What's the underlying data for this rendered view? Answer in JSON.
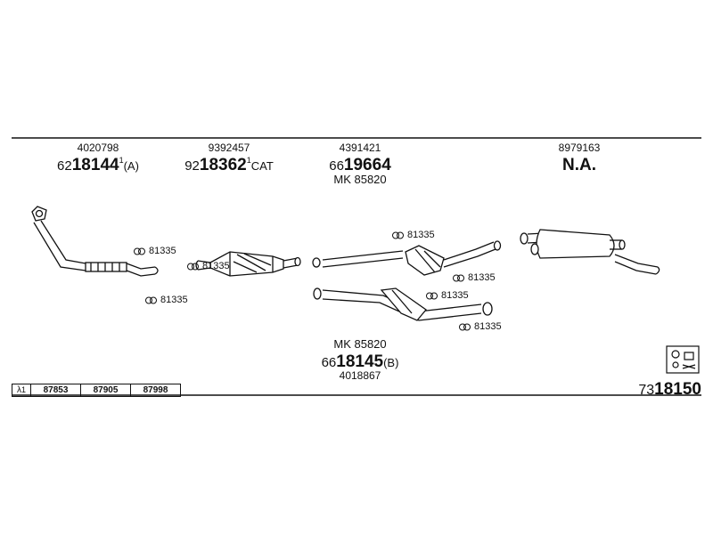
{
  "parts": {
    "manifold": {
      "ref": "4020798",
      "pn_prefix": "62",
      "pn_bold": "18144",
      "pn_sup": "1",
      "pn_suffix": "(A)"
    },
    "catalyst": {
      "ref": "9392457",
      "pn_prefix": "92",
      "pn_bold": "18362",
      "pn_sup": "1",
      "pn_suffix": "CAT"
    },
    "front_pipe": {
      "ref": "4391421",
      "pn_prefix": "66",
      "pn_bold": "19664",
      "mk": "MK 85820"
    },
    "rear_muffler": {
      "ref": "8979163",
      "na": "N.A."
    },
    "middle_pipe": {
      "mk": "MK 85820",
      "pn_prefix": "66",
      "pn_bold": "18145",
      "pn_suffix": "(B)",
      "ref": "4018867"
    }
  },
  "clamp_code": "81335",
  "lambda": {
    "symbol": "λ",
    "sup": "1",
    "codes": [
      "87853",
      "87905",
      "87998"
    ]
  },
  "kit": {
    "pn_prefix": "73",
    "pn_bold": "18150"
  }
}
